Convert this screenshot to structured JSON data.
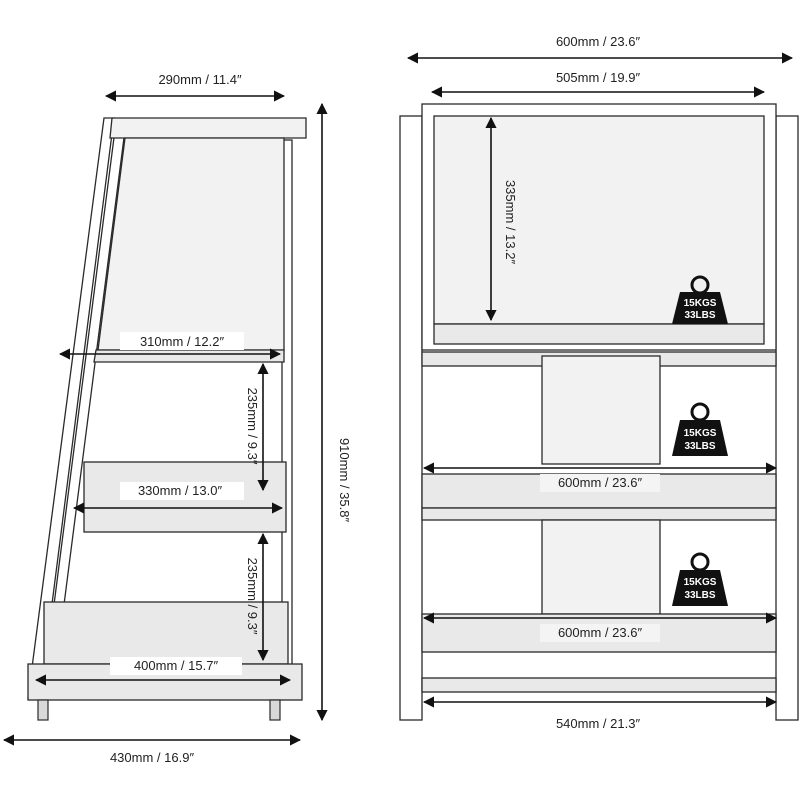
{
  "side_view": {
    "top_depth": "290mm / 11.4″",
    "shelf1_depth": "310mm / 12.2″",
    "gap1": "235mm / 9.3″",
    "shelf2_depth": "330mm / 13.0″",
    "gap2": "235mm / 9.3″",
    "shelf3_depth": "400mm / 15.7″",
    "base_depth": "430mm / 16.9″",
    "total_height": "910mm / 35.8″"
  },
  "front_view": {
    "overall_width": "600mm / 23.6″",
    "top_inner_width": "505mm / 19.9″",
    "top_height": "335mm / 13.2″",
    "shelf2_width": "600mm / 23.6″",
    "shelf3_width": "600mm / 23.6″",
    "bottom_width": "540mm / 21.3″"
  },
  "weight_badges": [
    {
      "kg": "15KGS",
      "lbs": "33LBS"
    },
    {
      "kg": "15KGS",
      "lbs": "33LBS"
    },
    {
      "kg": "15KGS",
      "lbs": "33LBS"
    }
  ],
  "colors": {
    "line": "#2a2a2a",
    "panel": "#f2f2f2",
    "badge": "#111111"
  }
}
